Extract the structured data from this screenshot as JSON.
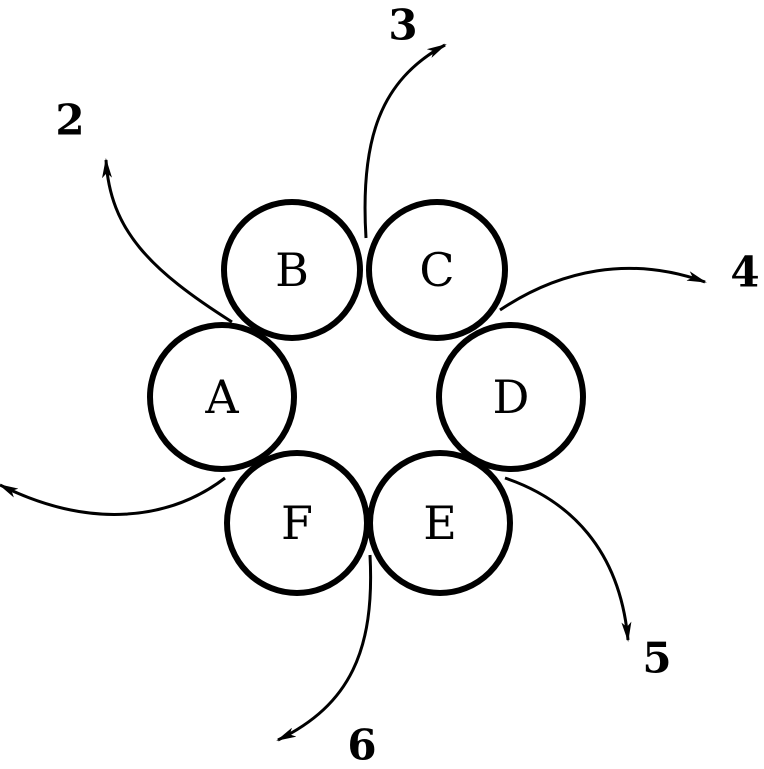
{
  "circles": {
    "a": "A",
    "b": "B",
    "c": "C",
    "d": "D",
    "e": "E",
    "f": "F"
  },
  "outlets": {
    "o2": "2",
    "o3": "3",
    "o4": "4",
    "o5": "5",
    "o6": "6"
  }
}
